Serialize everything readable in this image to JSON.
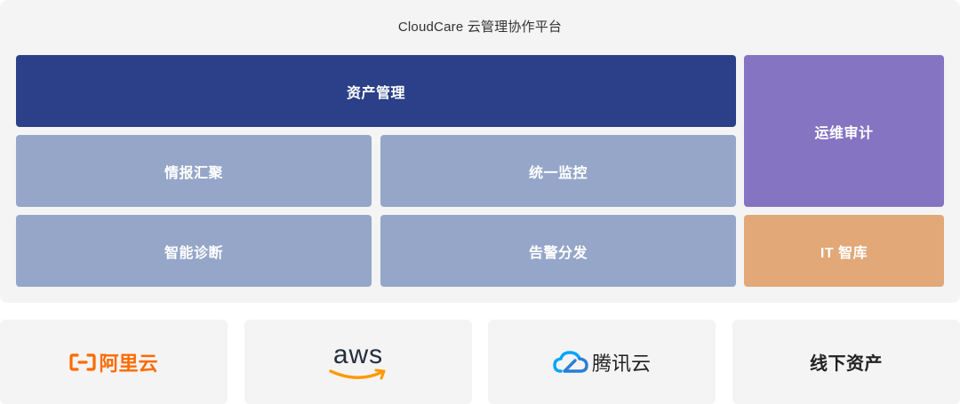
{
  "platform": {
    "title": "CloudCare 云管理协作平台",
    "modules": {
      "asset": "资产管理",
      "intel": "情报汇聚",
      "monitor": "统一监控",
      "diagnosis": "智能诊断",
      "alert": "告警分发",
      "audit": "运维审计",
      "it_library": "IT 智库"
    }
  },
  "providers": {
    "aliyun": {
      "label": "阿里云",
      "icon": "aliyun-logo-icon",
      "color": "#ff6a00"
    },
    "aws": {
      "label": "aws",
      "icon": "aws-smile-icon",
      "color": "#ff9900"
    },
    "tencent": {
      "label": "腾讯云",
      "icon": "tencent-cloud-icon",
      "color": "#00a4ff"
    },
    "offline": {
      "label": "线下资产"
    }
  },
  "colors": {
    "asset": "#2b4088",
    "secondary": "#95a6c9",
    "audit": "#8474c2",
    "it_library": "#e2a878",
    "panel_bg": "#f4f4f4"
  }
}
